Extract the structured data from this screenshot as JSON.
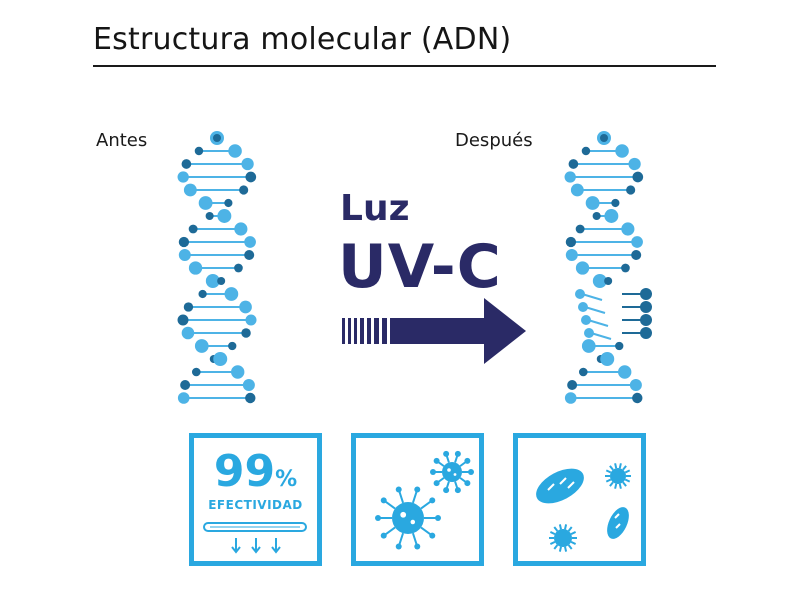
{
  "header": {
    "title": "Estructura molecular (ADN)"
  },
  "labels": {
    "before": "Antes",
    "after": "Después"
  },
  "light": {
    "line1": "Luz",
    "line2": "UV-C"
  },
  "stats": {
    "value": "99",
    "unit": "%",
    "caption": "EFECTIVIDAD"
  },
  "colors": {
    "dark_blue": "#1e6a97",
    "light_blue": "#4db3e6",
    "navy": "#2a2a66",
    "accent": "#2aa8e0"
  },
  "icons": [
    "dna-helix-icon",
    "arrow-right-icon",
    "uv-lamp-icon",
    "virus-icon",
    "bacteria-icon"
  ]
}
